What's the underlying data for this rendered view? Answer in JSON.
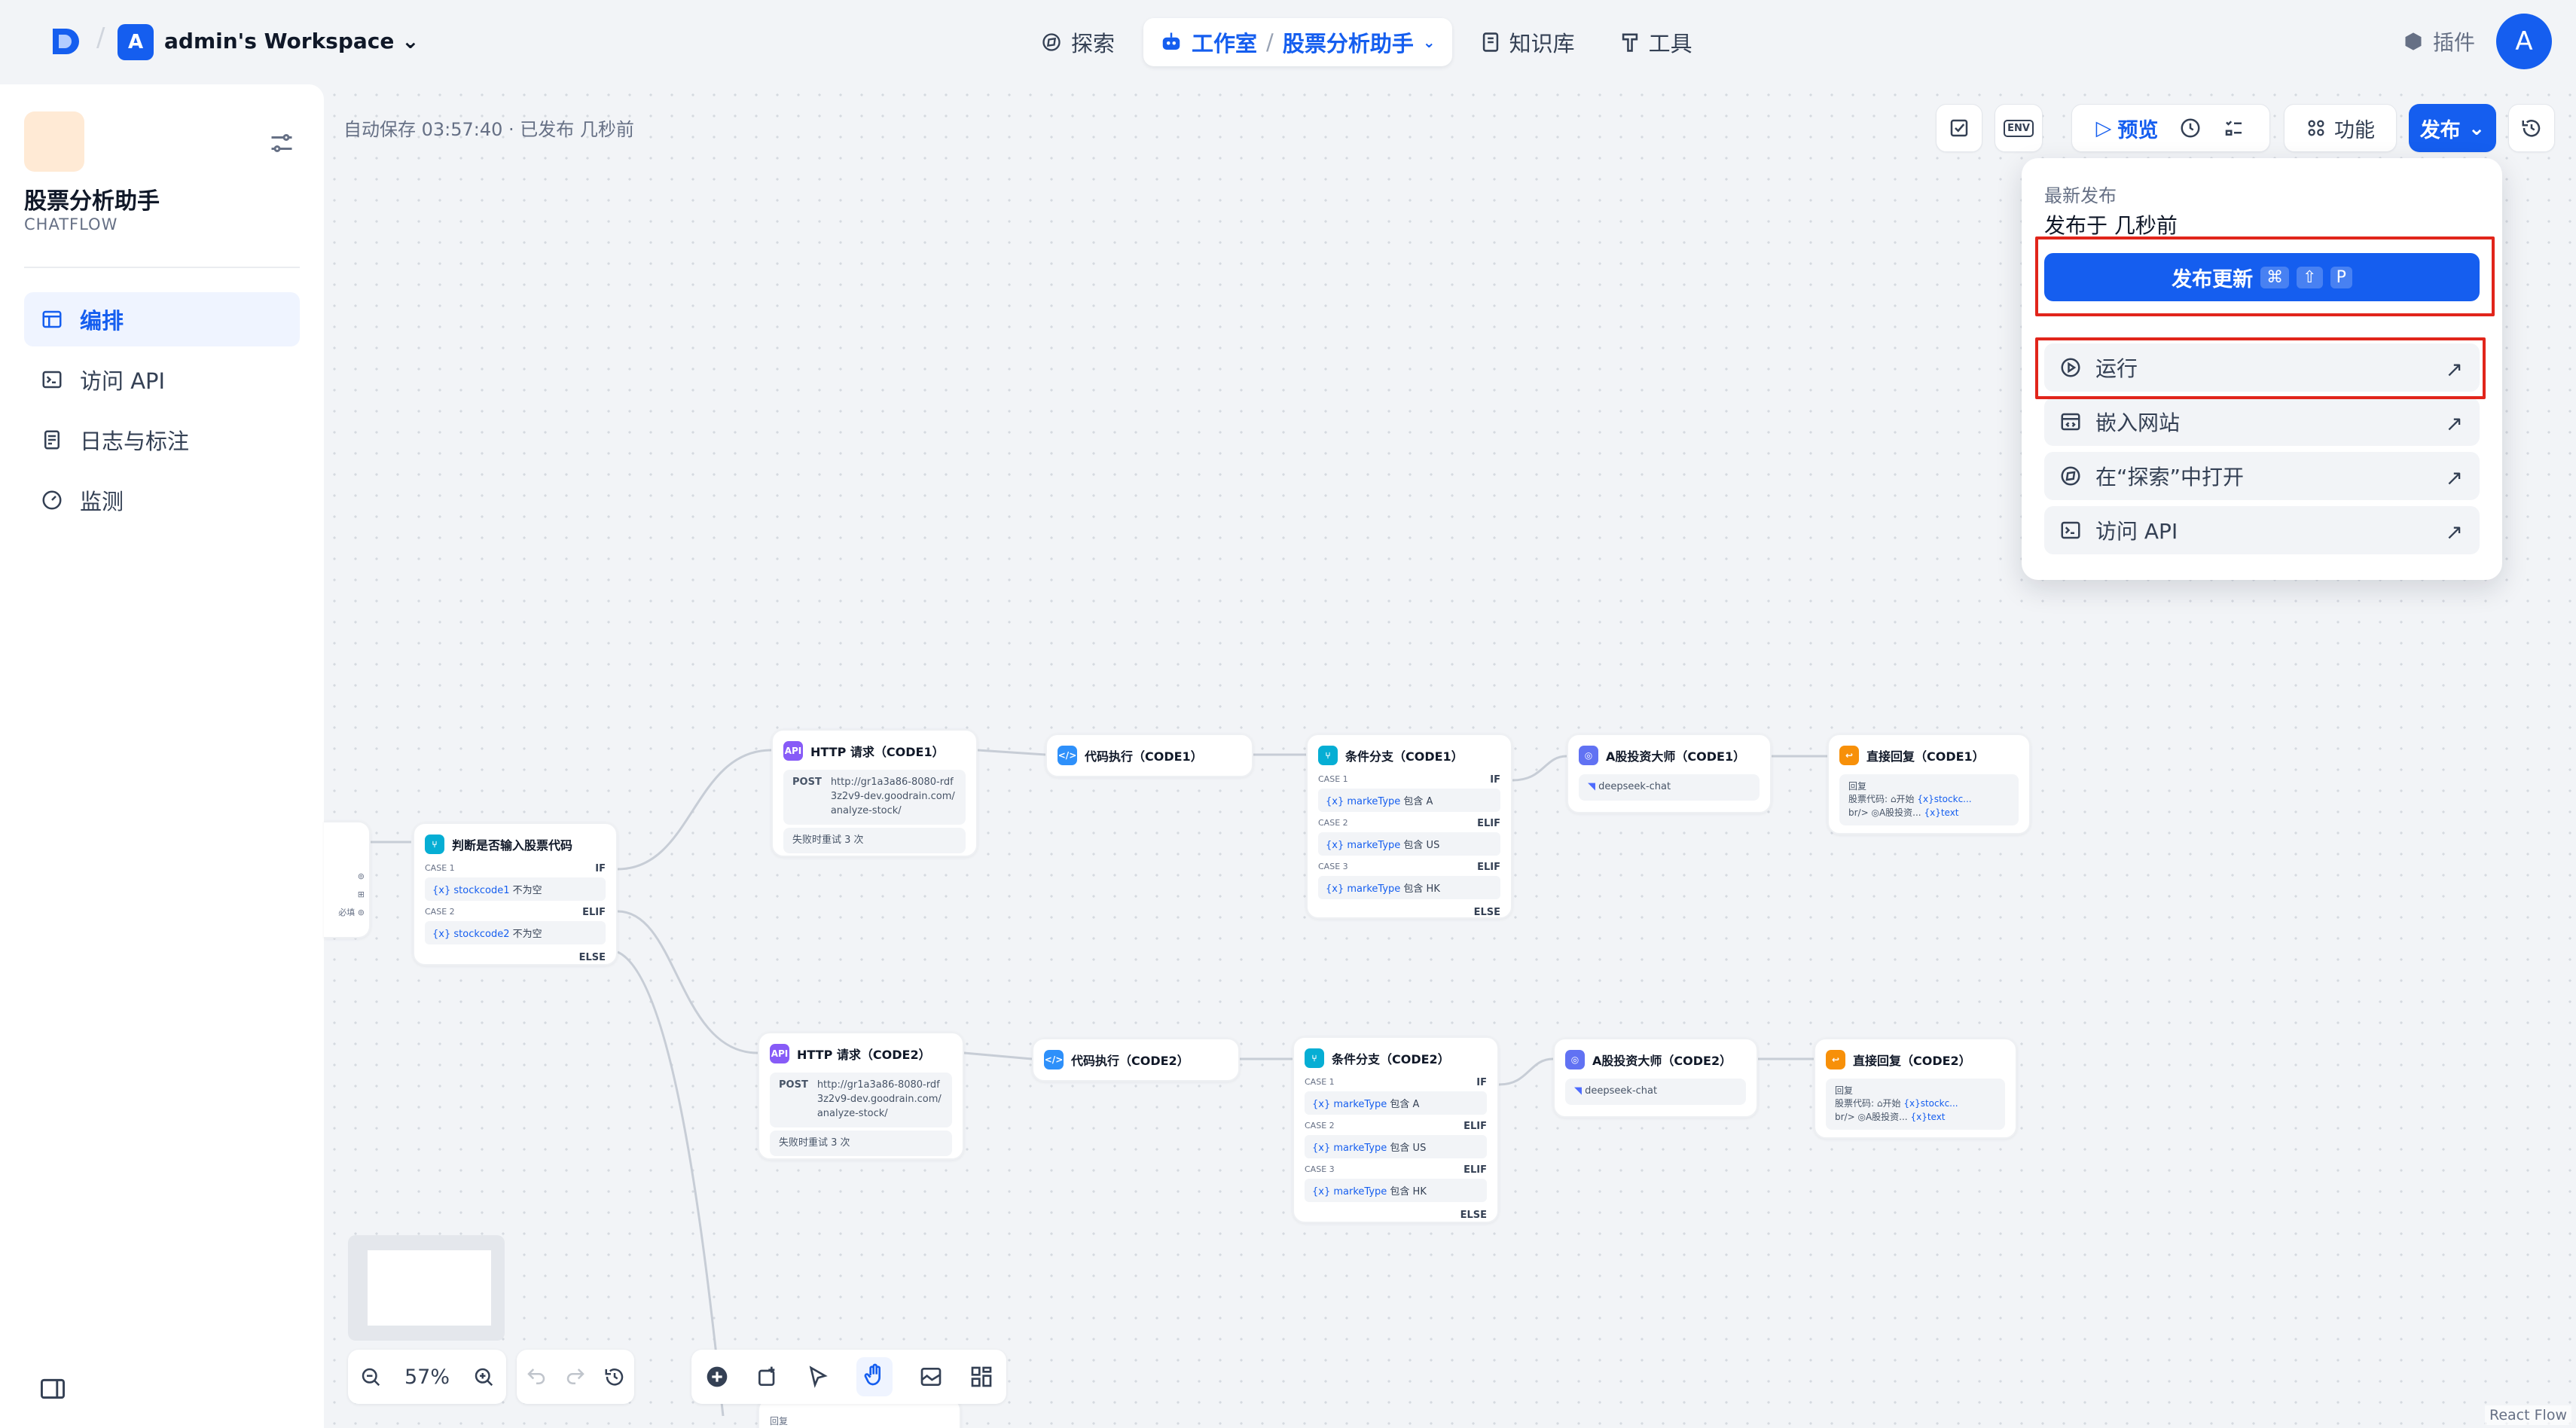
{
  "header": {
    "workspace_initial": "A",
    "workspace_name": "admin's Workspace",
    "nav": {
      "explore": "探索",
      "studio": "工作室",
      "current_app": "股票分析助手",
      "knowledge": "知识库",
      "tools": "工具"
    },
    "plugins": "插件",
    "user_initial": "A"
  },
  "sidebar": {
    "app_name": "股票分析助手",
    "app_type": "CHATFLOW",
    "items": [
      {
        "label": "编排",
        "icon": "layout-icon",
        "active": true
      },
      {
        "label": "访问 API",
        "icon": "terminal-icon",
        "active": false
      },
      {
        "label": "日志与标注",
        "icon": "log-icon",
        "active": false
      },
      {
        "label": "监测",
        "icon": "gauge-icon",
        "active": false
      }
    ]
  },
  "toolbar": {
    "autosave": "自动保存 03:57:40 · 已发布 几秒前",
    "env_label": "ENV",
    "preview": "预览",
    "features": "功能",
    "publish": "发布"
  },
  "publish_popover": {
    "title": "最新发布",
    "published_at": "发布于 几秒前",
    "publish_update": "发布更新",
    "shortcut": [
      "⌘",
      "⇧",
      "P"
    ],
    "items": [
      {
        "label": "运行",
        "icon": "play-circle-icon"
      },
      {
        "label": "嵌入网站",
        "icon": "embed-icon"
      },
      {
        "label": "在“探索”中打开",
        "icon": "compass-icon"
      },
      {
        "label": "访问 API",
        "icon": "terminal-icon"
      }
    ]
  },
  "nodes": {
    "start_partial": {
      "lines": [
        "",
        "",
        "必填"
      ]
    },
    "check": {
      "title": "判断是否输入股票代码",
      "case1": "CASE 1",
      "if": "IF",
      "cond1_var": "stockcode1",
      "cond1_op": "不为空",
      "case2": "CASE 2",
      "elif": "ELIF",
      "cond2_var": "stockcode2",
      "cond2_op": "不为空",
      "else": "ELSE"
    },
    "row1": {
      "http_title": "HTTP 请求（CODE1）",
      "http_method": "POST",
      "http_url": "http://gr1a3a86-8080-rdf3z2v9-dev.goodrain.com/analyze-stock/",
      "http_retry": "失败时重试 3 次",
      "code_title": "代码执行（CODE1）",
      "cond_title": "条件分支（CODE1）",
      "llm_title": "A股投资大师（CODE1）",
      "llm_model": "deepseek-chat",
      "reply_title": "直接回复（CODE1）"
    },
    "row2": {
      "http_title": "HTTP 请求（CODE2）",
      "http_method": "POST",
      "http_url": "http://gr1a3a86-8080-rdf3z2v9-dev.goodrain.com/analyze-stock/",
      "http_retry": "失败时重试 3 次",
      "code_title": "代码执行（CODE2）",
      "cond_title": "条件分支（CODE2）",
      "llm_title": "A股投资大师（CODE2）",
      "llm_model": "deepseek-chat",
      "reply_title": "直接回复（CODE2）"
    },
    "cond_cases": {
      "case1": "CASE 1",
      "if": "IF",
      "var": "markeType",
      "op1": "包含 A",
      "case2": "CASE 2",
      "elif": "ELIF",
      "op2": "包含 US",
      "case3": "CASE 3",
      "op3": "包含 HK",
      "else": "ELSE"
    },
    "reply_body": {
      "label": "回复",
      "line1": "股票代码:",
      "start": "开始",
      "var1": "stockc...",
      "line2": "br/>",
      "llm": "A股投资...",
      "var2": "text"
    },
    "bottom_partial": "回复"
  },
  "zoom": {
    "level": "57%"
  },
  "attribution": "React Flow"
}
